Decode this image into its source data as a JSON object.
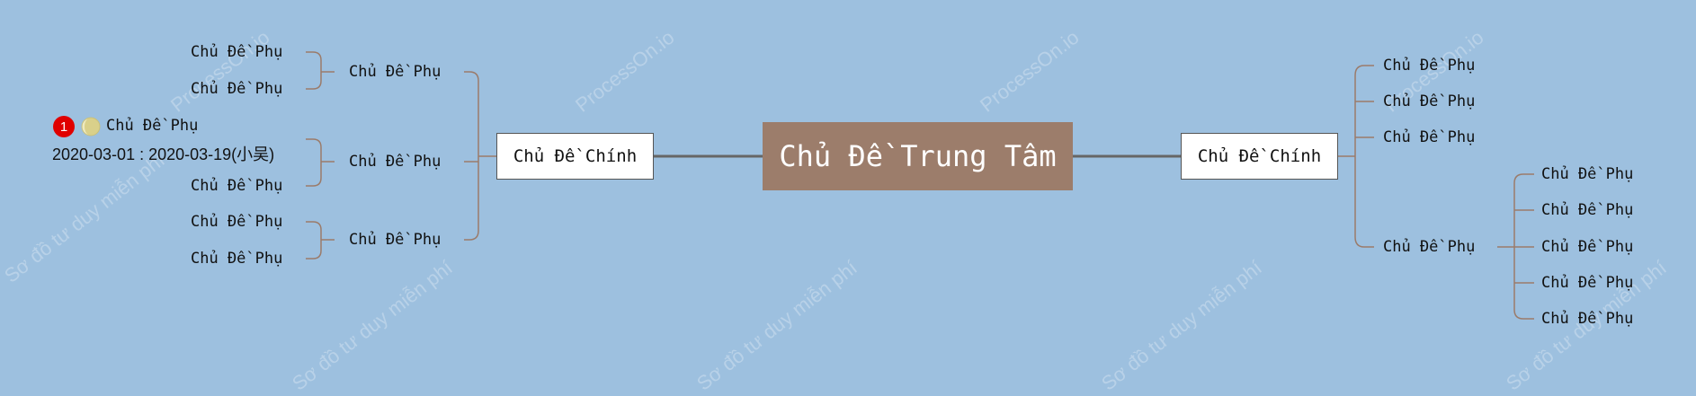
{
  "watermark": {
    "brand": "ProcessOn.io",
    "slogan": "Sơ đồ tư duy miễn phí"
  },
  "center": {
    "label": "Chủ Đề Trung Tâm"
  },
  "left_main": {
    "label": "Chủ Đề Chính",
    "groups": [
      {
        "label": "Chủ Đề Phụ",
        "children": [
          "Chủ Đề Phụ",
          "Chủ Đề Phụ"
        ]
      },
      {
        "label": "Chủ Đề Phụ",
        "children": [
          "Chủ Đề Phụ",
          "Chủ Đề Phụ"
        ],
        "first_child_markers": {
          "priority": "1",
          "progress_icon": "half-moon-icon",
          "task": "2020-03-01 : 2020-03-19(小吴)"
        }
      },
      {
        "label": "Chủ Đề Phụ",
        "children": [
          "Chủ Đề Phụ",
          "Chủ Đề Phụ"
        ]
      }
    ]
  },
  "right_main": {
    "label": "Chủ Đề Chính",
    "children": [
      {
        "label": "Chủ Đề Phụ"
      },
      {
        "label": "Chủ Đề Phụ"
      },
      {
        "label": "Chủ Đề Phụ"
      },
      {
        "label": "Chủ Đề Phụ",
        "children": [
          "Chủ Đề Phụ",
          "Chủ Đề Phụ",
          "Chủ Đề Phụ",
          "Chủ Đề Phụ",
          "Chủ Đề Phụ"
        ]
      }
    ]
  },
  "colors": {
    "background": "#9dc0df",
    "center_fill": "#9c7d6b",
    "connector_main": "#666666",
    "connector_sub": "#9b7b6a",
    "badge": "#e00000"
  }
}
